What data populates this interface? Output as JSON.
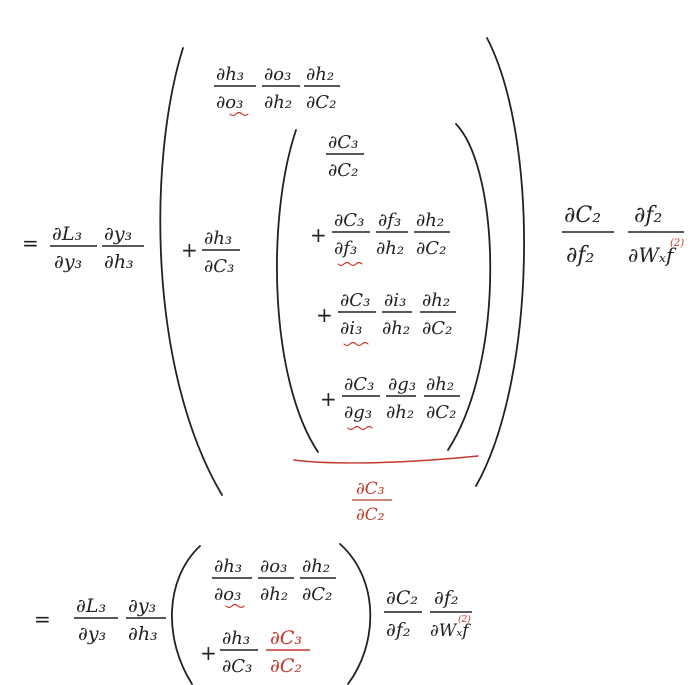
{
  "colors": {
    "ink": "#222222",
    "accent": "#c0392b"
  },
  "top": {
    "eq": "=",
    "dL3_num": "∂L₃",
    "dL3_den": "∂y₃",
    "dy3_num": "∂y₃",
    "dy3_den": "∂h₃",
    "plus1": "+",
    "f1": {
      "n1": "∂h₃",
      "d1": "∂o₃",
      "n2": "∂o₃",
      "d2": "∂h₂",
      "n3": "∂h₂",
      "d3": "∂C₂"
    },
    "dh3dc3_num": "∂h₃",
    "dh3dc3_den": "∂C₃",
    "inner": {
      "t0_num": "∂C₃",
      "t0_den": "∂C₂",
      "plus": "+",
      "t1": {
        "n1": "∂C₃",
        "d1": "∂f₃",
        "n2": "∂f₃",
        "d2": "∂h₂",
        "n3": "∂h₂",
        "d3": "∂C₂"
      },
      "t2": {
        "n1": "∂C₃",
        "d1": "∂i₃",
        "n2": "∂i₃",
        "d2": "∂h₂",
        "n3": "∂h₂",
        "d3": "∂C₂"
      },
      "t3": {
        "n1": "∂C₃",
        "d1": "∂g₃",
        "n2": "∂g₃",
        "d2": "∂h₂",
        "n3": "∂h₂",
        "d3": "∂C₂"
      }
    },
    "red_note_num": "∂C₃",
    "red_note_den": "∂C₂",
    "dc2_num": "∂C₂",
    "dc2_den": "∂f₂",
    "df2_num": "∂f₂",
    "df2_den": "∂Wₓf",
    "df2_sup": "(2)"
  },
  "bottom": {
    "eq": "=",
    "dL3_num": "∂L₃",
    "dL3_den": "∂y₃",
    "dy3_num": "∂y₃",
    "dy3_den": "∂h₃",
    "f1": {
      "n1": "∂h₃",
      "d1": "∂o₃",
      "n2": "∂o₃",
      "d2": "∂h₂",
      "n3": "∂h₂",
      "d3": "∂C₂"
    },
    "plus": "+",
    "dh3dc3_num": "∂h₃",
    "dh3dc3_den": "∂C₃",
    "red_num": "∂C₃",
    "red_den": "∂C₂",
    "dc2_num": "∂C₂",
    "dc2_den": "∂f₂",
    "df2_num": "∂f₂",
    "df2_den": "∂Wₓf",
    "df2_sup": "(2)"
  }
}
